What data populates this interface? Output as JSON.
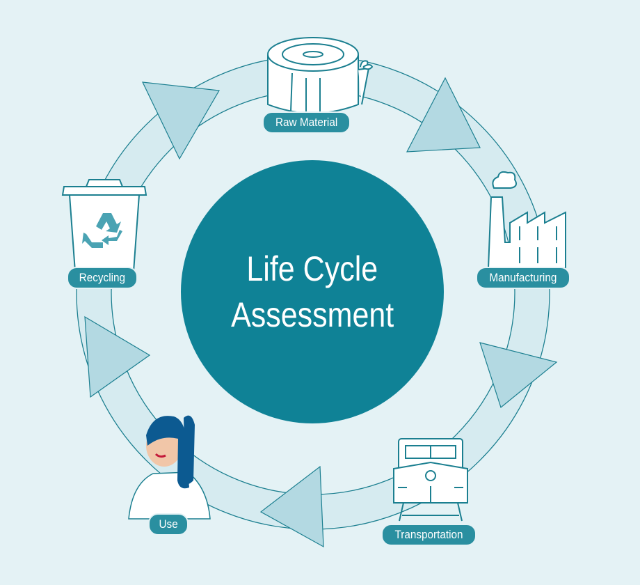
{
  "title_line1": "Life Cycle",
  "title_line2": "Assessment",
  "stages": [
    {
      "label": "Raw Material",
      "icon": "tree-stump-icon"
    },
    {
      "label": "Manufacturing",
      "icon": "factory-icon"
    },
    {
      "label": "Transportation",
      "icon": "train-icon"
    },
    {
      "label": "Use",
      "icon": "person-icon"
    },
    {
      "label": "Recycling",
      "icon": "recycling-bin-icon"
    }
  ],
  "colors": {
    "background": "#e4f2f5",
    "center": "#0f8296",
    "pill": "#2a8fa0",
    "arrow": "#b5dbe3",
    "line": "#1b7f90"
  }
}
